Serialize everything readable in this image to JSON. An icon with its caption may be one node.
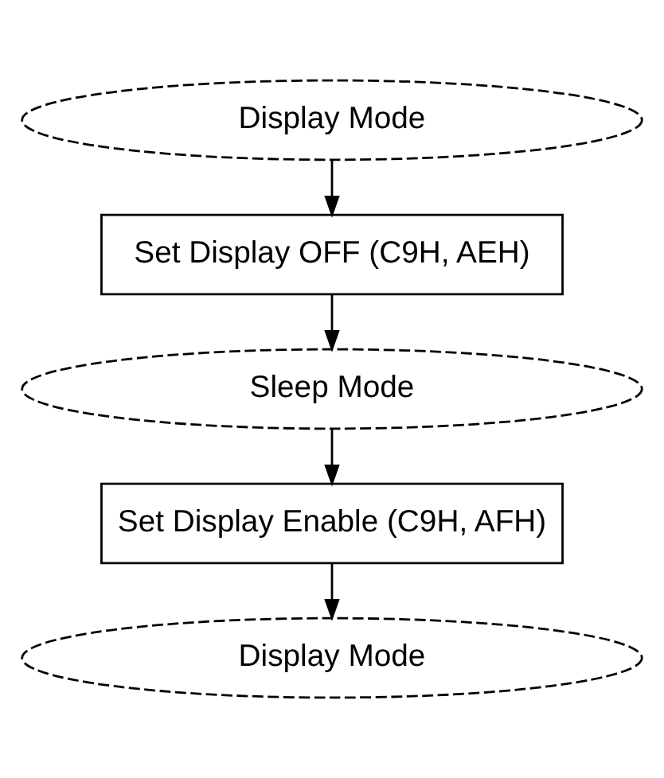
{
  "diagram": {
    "nodes": [
      {
        "text": [
          "Display Mode"
        ]
      },
      {
        "text": [
          "Set Display OFF (C9H, AEH)"
        ]
      },
      {
        "text": [
          "Sleep Mode"
        ]
      },
      {
        "text": [
          "Set Display Enable (C9H, AFH)"
        ]
      },
      {
        "text": [
          "Display Mode"
        ]
      }
    ],
    "edges": [
      {
        "from": 0,
        "to": 1,
        "arrow": "to"
      },
      {
        "from": 1,
        "to": 2,
        "arrow": "to"
      },
      {
        "from": 2,
        "to": 3,
        "arrow": "to"
      },
      {
        "from": 3,
        "to": 4,
        "arrow": "to"
      }
    ]
  }
}
